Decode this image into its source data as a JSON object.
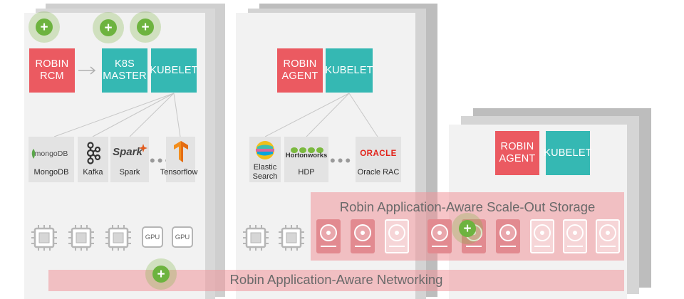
{
  "colors": {
    "red": "#eb5a61",
    "teal": "#35b8b3",
    "green": "#6db33f",
    "band": "#f0969b"
  },
  "icons": [
    "plus-icon",
    "arrow-right-icon",
    "cpu-chip-icon",
    "gpu-chip-icon",
    "disk-icon",
    "mongodb-logo",
    "kafka-logo",
    "spark-logo",
    "tensorflow-logo",
    "elasticsearch-logo",
    "hortonworks-logo",
    "oracle-logo"
  ],
  "node1": {
    "rcm": "ROBIN\nRCM",
    "master": "K8S\nMASTER",
    "kubelet": "KUBELET",
    "apps": [
      {
        "label": "MongoDB",
        "logo": "mongoDB"
      },
      {
        "label": "Kafka"
      },
      {
        "label": "Spark",
        "logo": "Spark"
      },
      {
        "label": "Tensorflow"
      }
    ],
    "gpus": [
      "GPU",
      "GPU"
    ]
  },
  "node2": {
    "agent": "ROBIN\nAGENT",
    "kubelet": "KUBELET",
    "apps": [
      {
        "label": "Elastic\nSearch"
      },
      {
        "label": "HDP",
        "logo": "Hortonworks"
      },
      {
        "label": "Oracle RAC",
        "logo": "ORACLE"
      }
    ]
  },
  "node3": {
    "agent": "ROBIN\nAGENT",
    "kubelet": "KUBELET"
  },
  "storage_label": "Robin Application-Aware Scale-Out Storage",
  "network_label": "Robin Application-Aware Networking"
}
